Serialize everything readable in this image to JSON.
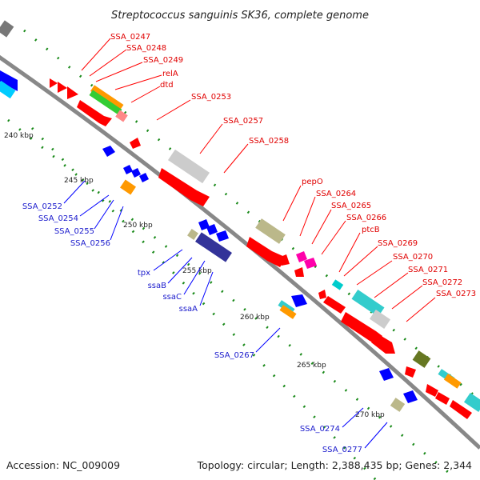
{
  "title": "Streptococcus sanguinis SK36, complete genome",
  "footer": {
    "accession": "Accession: NC_009009",
    "topology": "Topology: circular; Length: 2,388,435 bp; Genes: 2,344"
  },
  "colors": {
    "backbone": "#888888",
    "tick": "#1a8a1a",
    "label_red": "#e00000",
    "label_blue": "#1a1acc",
    "leader_red": "#ff0000",
    "leader_blue": "#0000ff"
  },
  "kbp_labels": [
    "240 kbp",
    "245 kbp",
    "250 kbp",
    "255 kbp",
    "260 kbp",
    "265 kbp",
    "270 kbp"
  ],
  "gene_labels_red": [
    "SSA_0247",
    "SSA_0248",
    "SSA_0249",
    "relA",
    "dtd",
    "SSA_0253",
    "SSA_0257",
    "SSA_0258",
    "pepO",
    "SSA_0264",
    "SSA_0265",
    "SSA_0266",
    "ptcB",
    "SSA_0269",
    "SSA_0270",
    "SSA_0271",
    "SSA_0272",
    "SSA_0273"
  ],
  "gene_labels_blue": [
    "SSA_0252",
    "SSA_0254",
    "SSA_0255",
    "SSA_0256",
    "tpx",
    "ssaB",
    "ssaC",
    "ssaA",
    "SSA_0267",
    "SSA_0274",
    "SSA_0277"
  ]
}
